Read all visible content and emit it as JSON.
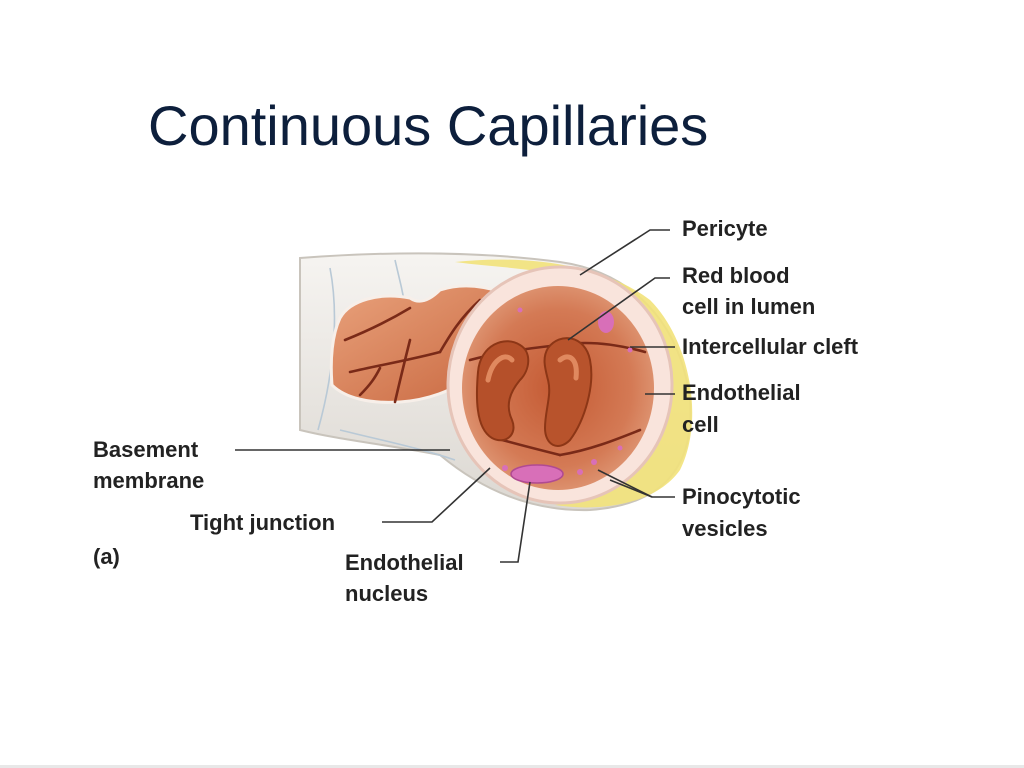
{
  "title": "Continuous Capillaries",
  "figure": {
    "panel_label": "(a)",
    "labels": {
      "pericyte": "Pericyte",
      "red_blood_cell_line1": "Red blood",
      "red_blood_cell_line2": "cell in lumen",
      "intercellular_cleft": "Intercellular cleft",
      "endothelial_cell_line1": "Endothelial",
      "endothelial_cell_line2": "cell",
      "pinocytotic_line1": "Pinocytotic",
      "pinocytotic_line2": "vesicles",
      "basement_line1": "Basement",
      "basement_line2": "membrane",
      "tight_junction": "Tight junction",
      "endo_nucleus_line1": "Endothelial",
      "endo_nucleus_line2": "nucleus"
    },
    "colors": {
      "tube_outer": "#ece9e4",
      "lumen_wall": "#c96a45",
      "rbc": "#b04a22",
      "pericyte": "#f2e27a",
      "vesicle": "#d86fb8"
    }
  }
}
